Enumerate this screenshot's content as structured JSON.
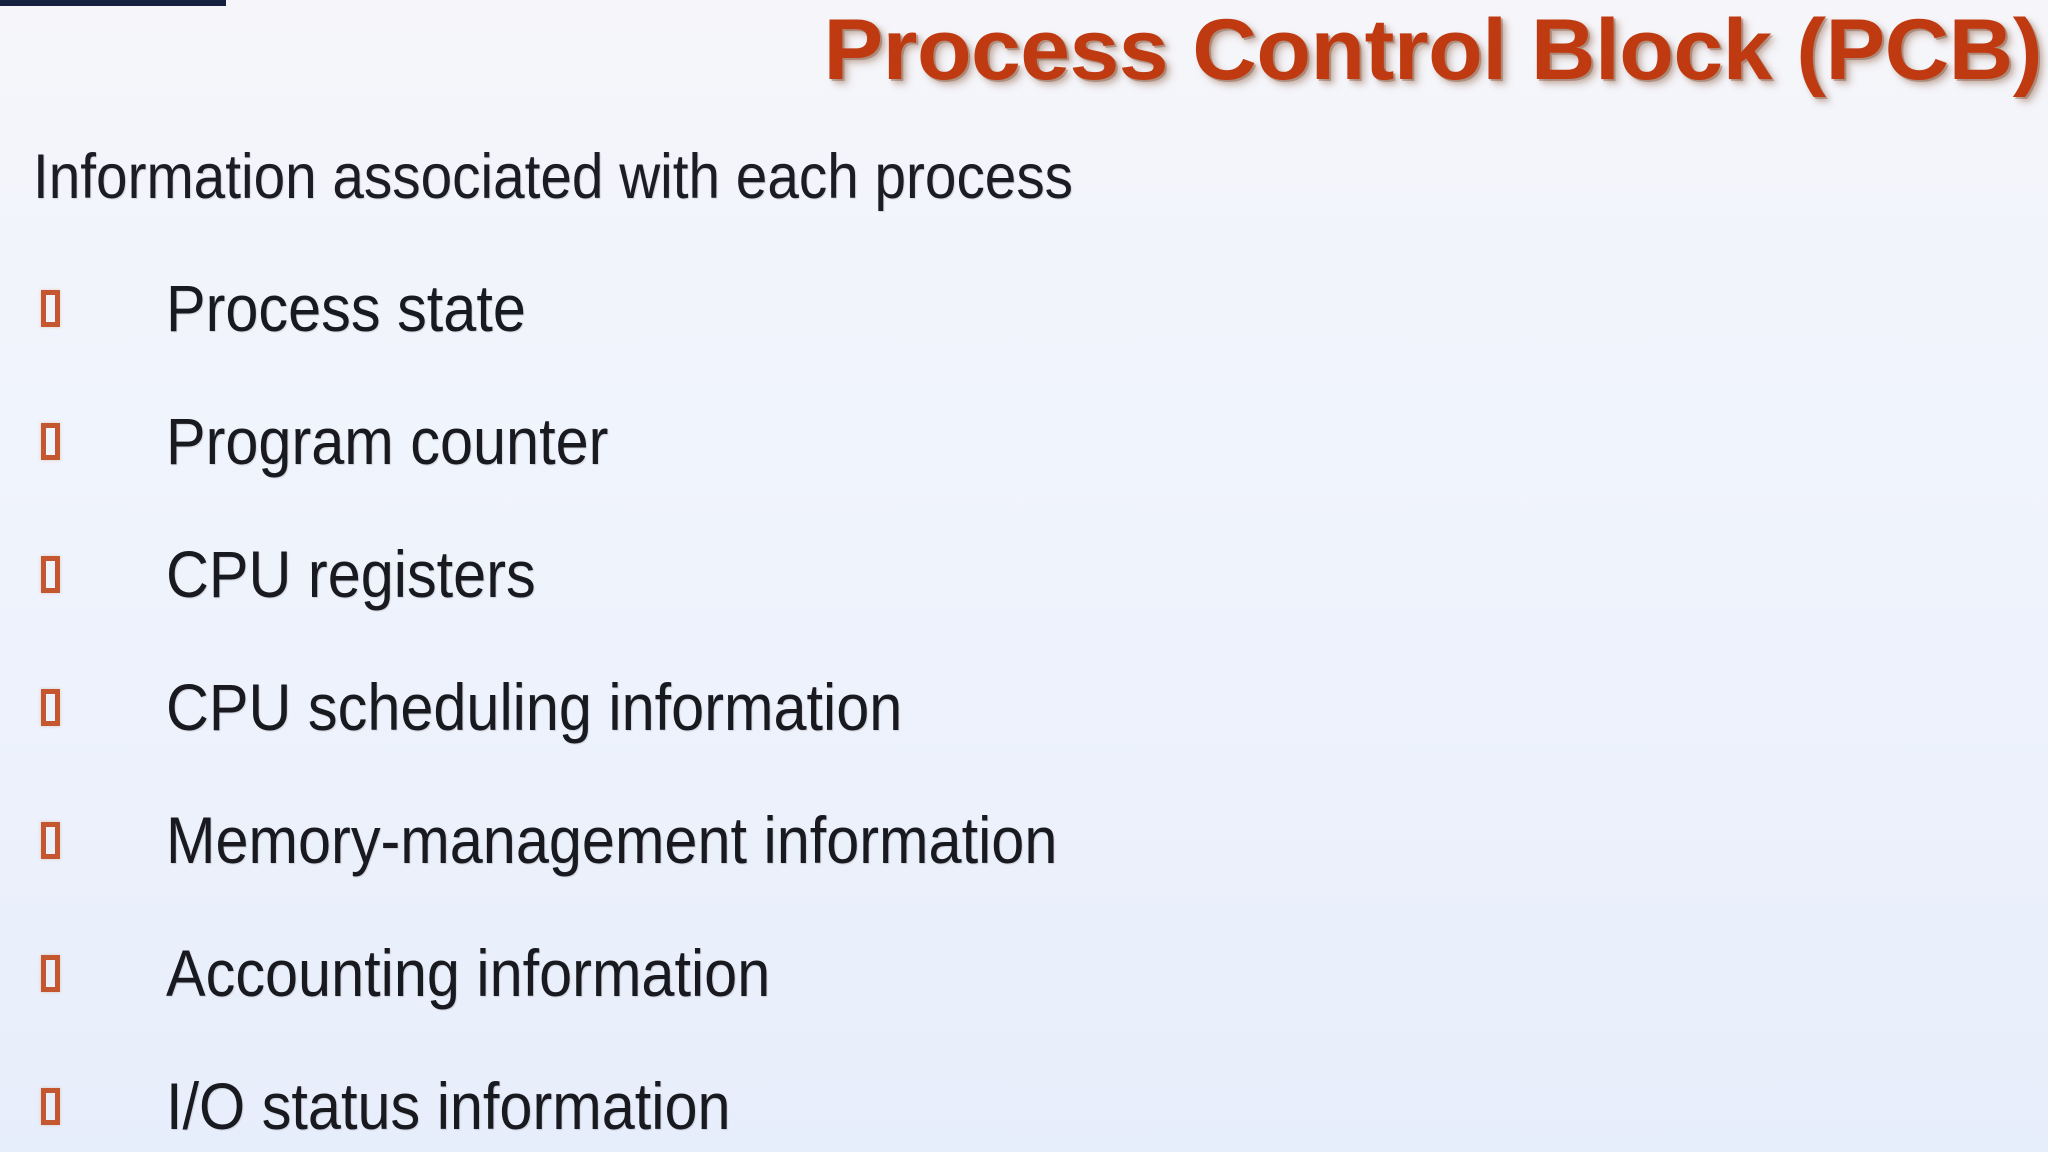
{
  "slide": {
    "title": "Process Control Block (PCB)",
    "title_color": "#bf3a10",
    "intro": "Information associated with each process",
    "body_text_color": "#191920",
    "bullet_marker_color": "#c4572f",
    "background_top_color": "#f6f6fa",
    "background_bottom_color": "#e7eefb",
    "top_strip_color": "#15213f",
    "bullet_glyph": "hollow-square-bullet",
    "bullets": [
      {
        "label": "Process state"
      },
      {
        "label": "Program counter"
      },
      {
        "label": "CPU registers"
      },
      {
        "label": "CPU scheduling information"
      },
      {
        "label": "Memory-management information"
      },
      {
        "label": "Accounting information"
      },
      {
        "label": "I/O status information"
      }
    ]
  }
}
